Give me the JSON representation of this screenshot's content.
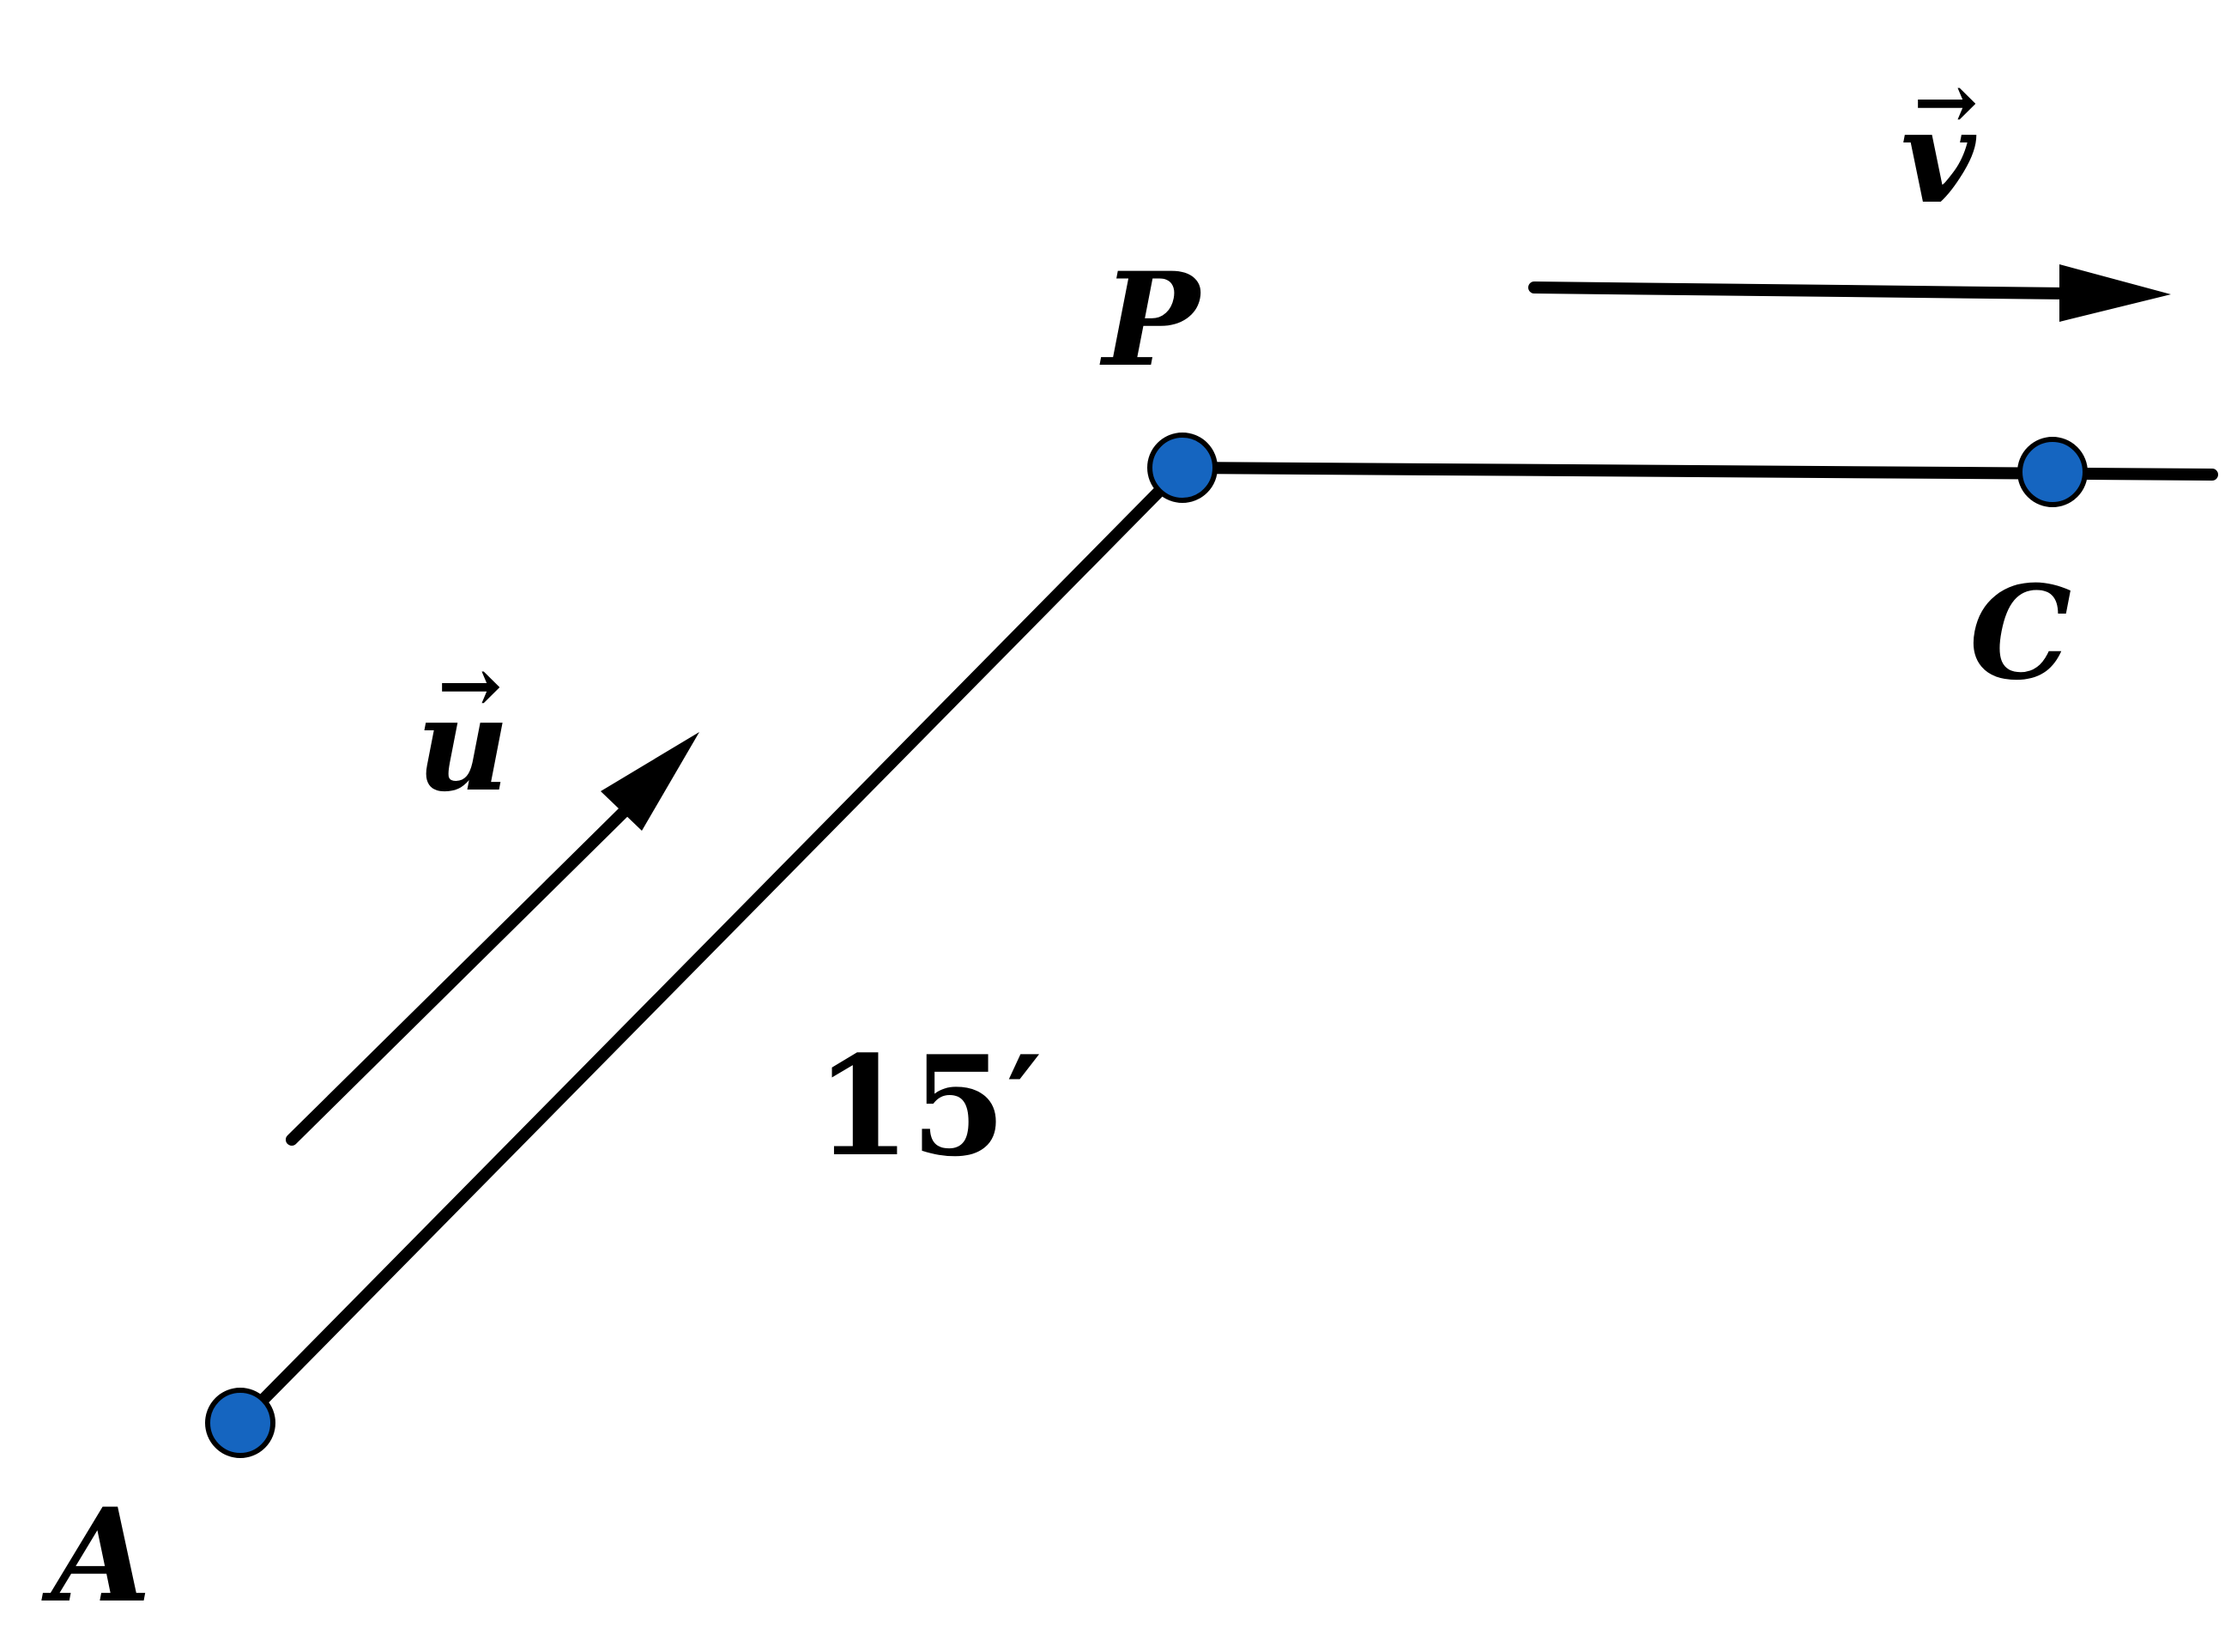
{
  "diagram": {
    "points": {
      "A": {
        "label": "A"
      },
      "P": {
        "label": "P"
      },
      "C": {
        "label": "C"
      }
    },
    "vectors": {
      "u": {
        "label": "u",
        "arrow_glyph": "→"
      },
      "v": {
        "label": "v",
        "arrow_glyph": "→"
      }
    },
    "segment_AP": {
      "length_label": "15′"
    }
  },
  "colors": {
    "point_fill": "#1565C0",
    "stroke": "#000000",
    "background": "#ffffff"
  }
}
